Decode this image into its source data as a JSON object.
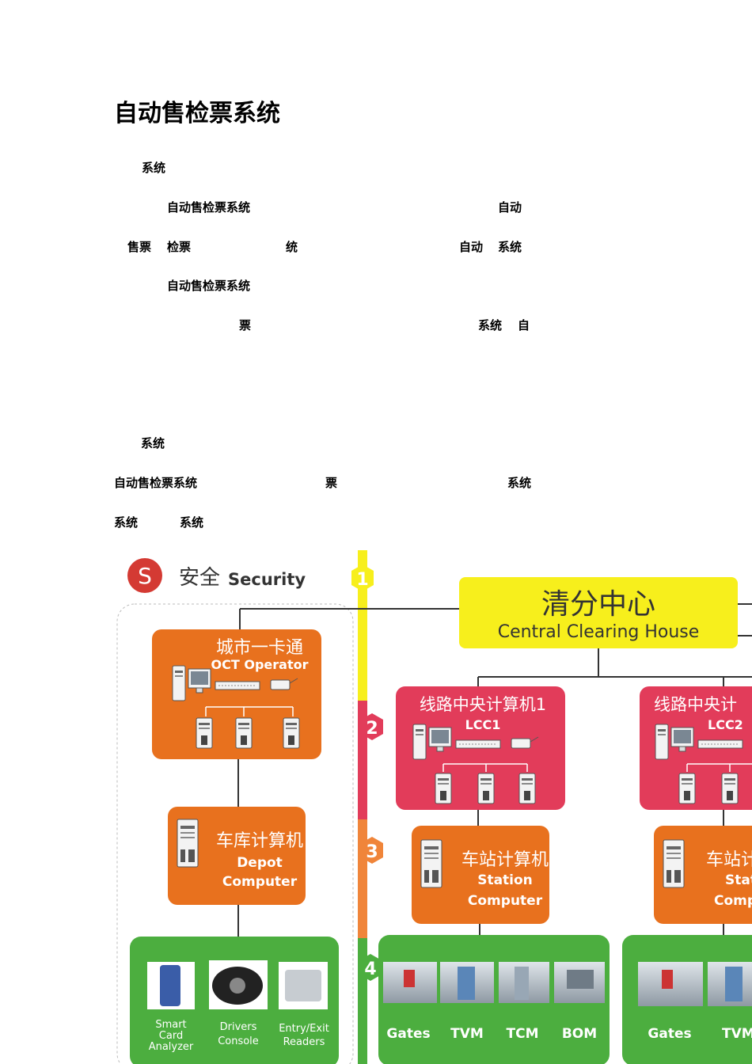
{
  "document": {
    "title": "自动售检票系统",
    "fragments": [
      "系统",
      "自动售检票系统",
      "自动",
      "售票",
      "检票",
      "统",
      "自动",
      "系统",
      "自动售检票系统",
      "票",
      "系统",
      "自",
      "系统",
      "自动售检票系统",
      "票",
      "系统",
      "系统",
      "系统"
    ]
  },
  "diagram": {
    "security": {
      "letter": "S",
      "label_cn": "安全",
      "label_en": "Security"
    },
    "levels": [
      "1",
      "2",
      "3",
      "4"
    ],
    "cch": {
      "cn": "清分中心",
      "en": "Central Clearing House"
    },
    "oct": {
      "cn": "城市一卡通",
      "en": "OCT Operator"
    },
    "depot": {
      "cn": "车库计算机",
      "en1": "Depot",
      "en2": "Computer"
    },
    "security_devices": [
      {
        "line1": "Smart",
        "line2": "Card",
        "line3": "Analyzer"
      },
      {
        "line1": "Drivers",
        "line2": "Console"
      },
      {
        "line1": "Entry/Exit",
        "line2": "Readers"
      }
    ],
    "lcc1": {
      "cn": "线路中央计算机1",
      "en": "LCC1"
    },
    "lcc2": {
      "cn": "线路中央计",
      "en": "LCC2"
    },
    "station1": {
      "cn": "车站计算机",
      "en1": "Station",
      "en2": "Computer"
    },
    "station2": {
      "cn": "车站计",
      "en1": "Stat",
      "en2": "Comp"
    },
    "devices1": [
      "Gates",
      "TVM",
      "TCM",
      "BOM"
    ],
    "devices2": [
      "Gates",
      "TVM"
    ],
    "colors": {
      "orange": "#e8711e",
      "red": "#e23c5a",
      "green": "#4cae3f",
      "yellow": "#f7ef1c",
      "security_red": "#d43a33"
    }
  }
}
